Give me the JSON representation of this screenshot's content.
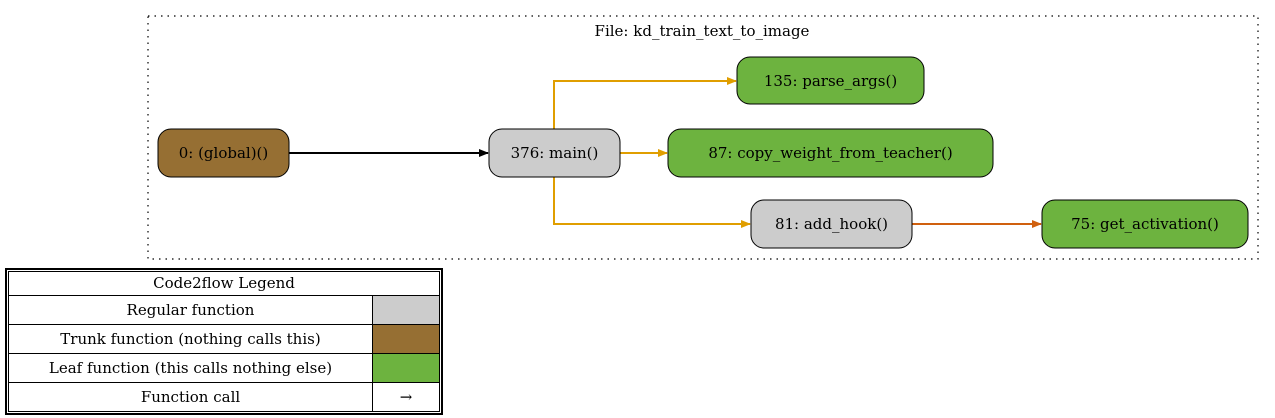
{
  "cluster": {
    "title": "File: kd_train_text_to_image"
  },
  "nodes": [
    {
      "id": "global",
      "label": "0: (global)()",
      "kind": "trunk"
    },
    {
      "id": "main",
      "label": "376: main()",
      "kind": "regular"
    },
    {
      "id": "parse_args",
      "label": "135: parse_args()",
      "kind": "leaf"
    },
    {
      "id": "copy_weight",
      "label": "87: copy_weight_from_teacher()",
      "kind": "leaf"
    },
    {
      "id": "add_hook",
      "label": "81: add_hook()",
      "kind": "regular"
    },
    {
      "id": "get_activation",
      "label": "75: get_activation()",
      "kind": "leaf"
    }
  ],
  "edges": [
    {
      "from": "global",
      "to": "main",
      "color": "#000000"
    },
    {
      "from": "main",
      "to": "parse_args",
      "color": "#e09e00"
    },
    {
      "from": "main",
      "to": "copy_weight",
      "color": "#e09e00"
    },
    {
      "from": "main",
      "to": "add_hook",
      "color": "#e09e00"
    },
    {
      "from": "add_hook",
      "to": "get_activation",
      "color": "#d0600e"
    }
  ],
  "colors": {
    "regular": "#cccccc",
    "trunk": "#966f33",
    "leaf": "#6db33f"
  },
  "legend": {
    "title": "Code2flow Legend",
    "rows": [
      {
        "label": "Regular function",
        "swatch": "regular",
        "symbol": ""
      },
      {
        "label": "Trunk function (nothing calls this)",
        "swatch": "trunk",
        "symbol": ""
      },
      {
        "label": "Leaf function (this calls nothing else)",
        "swatch": "leaf",
        "symbol": ""
      },
      {
        "label": "Function call",
        "swatch": "none",
        "symbol": "→"
      }
    ]
  }
}
